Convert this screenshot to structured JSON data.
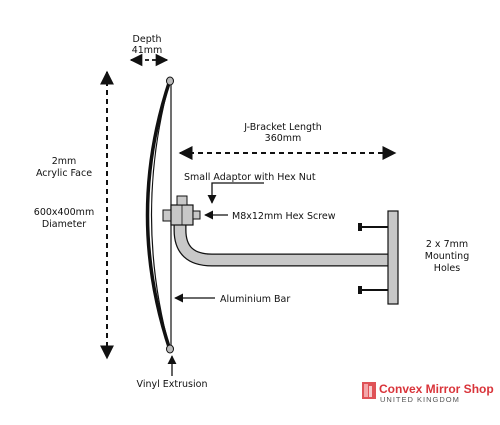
{
  "labels": {
    "depth": "Depth",
    "depth_value": "41mm",
    "bracket_length": "J-Bracket Length",
    "bracket_length_value": "360mm",
    "face_thickness": "2mm",
    "face_material": "Acrylic Face",
    "mirror_size": "600x400mm",
    "mirror_size_suffix": "Diameter",
    "adaptor": "Small Adaptor with Hex Nut",
    "screw": "M8x12mm Hex Screw",
    "holes_count": "2 x 7mm",
    "holes_line1": "Mounting",
    "holes_line2": "Holes",
    "bar": "Aluminium Bar",
    "extrusion": "Vinyl Extrusion"
  },
  "brand": {
    "name": "Convex Mirror Shop",
    "region": "UNITED KINGDOM"
  },
  "colors": {
    "line": "#111111",
    "metal_fill": "#c8c8c8",
    "brand_red": "#d9343a",
    "brand_grey": "#555555"
  }
}
